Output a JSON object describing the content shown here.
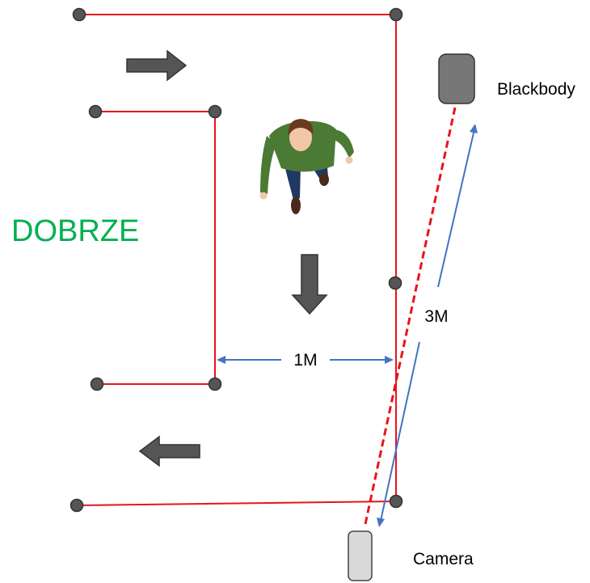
{
  "labels": {
    "status": "DOBRZE",
    "blackbody": "Blackbody",
    "camera": "Camera",
    "corridor_width": "1M",
    "distance": "3M"
  },
  "colors": {
    "barrier": "#e8141c",
    "post": "#555555",
    "measure": "#4472c4",
    "status": "#00b050",
    "arrow": "#555555",
    "device_dark": "#777777",
    "device_light": "#d9d9d9",
    "sightline": "#e8141c"
  },
  "icons": {
    "person": "person-top-view-icon",
    "blackbody": "blackbody-device-icon",
    "camera": "camera-device-icon",
    "flow_in": "arrow-right-icon",
    "flow_down": "arrow-down-icon",
    "flow_out": "arrow-left-icon"
  }
}
